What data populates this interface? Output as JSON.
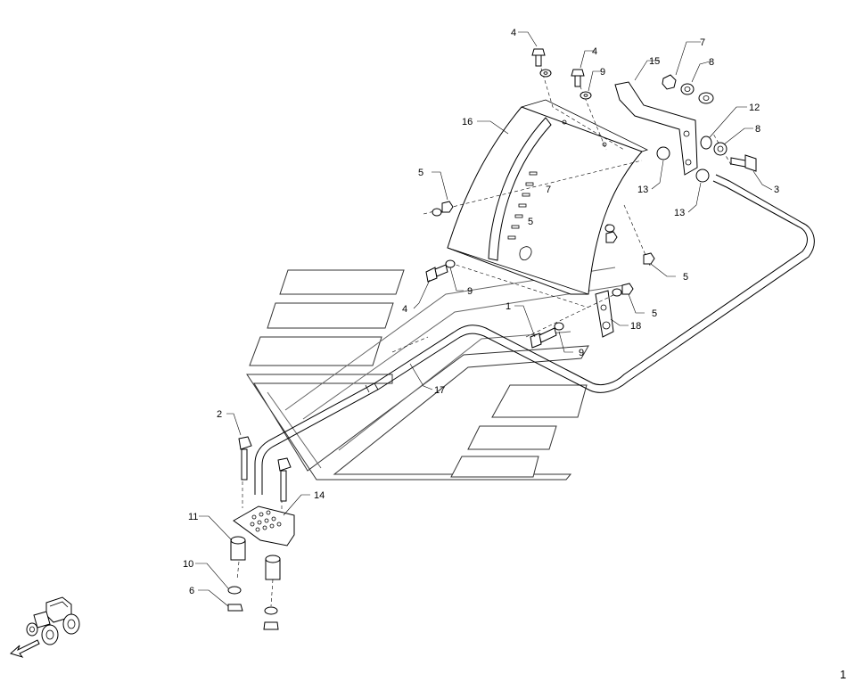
{
  "diagram": {
    "callouts": {
      "c1": "1",
      "c2": "2",
      "c3": "3",
      "c4a": "4",
      "c4b": "4",
      "c4c": "4",
      "c5a": "5",
      "c5b": "5",
      "c5c": "5",
      "c6": "6",
      "c7": "7",
      "c8a": "8",
      "c8b": "8",
      "c9a": "9",
      "c9b": "9",
      "c9c": "9",
      "c10": "10",
      "c11": "11",
      "c12": "12",
      "c13a": "13",
      "c13b": "13",
      "c14": "14",
      "c15": "15",
      "c16": "16",
      "c17": "17",
      "c18": "18"
    },
    "plate_markings": {
      "top": "7",
      "bottom": "5"
    },
    "page_number": "1",
    "icons": [
      "tractor-icon",
      "direction-arrow-icon"
    ]
  }
}
